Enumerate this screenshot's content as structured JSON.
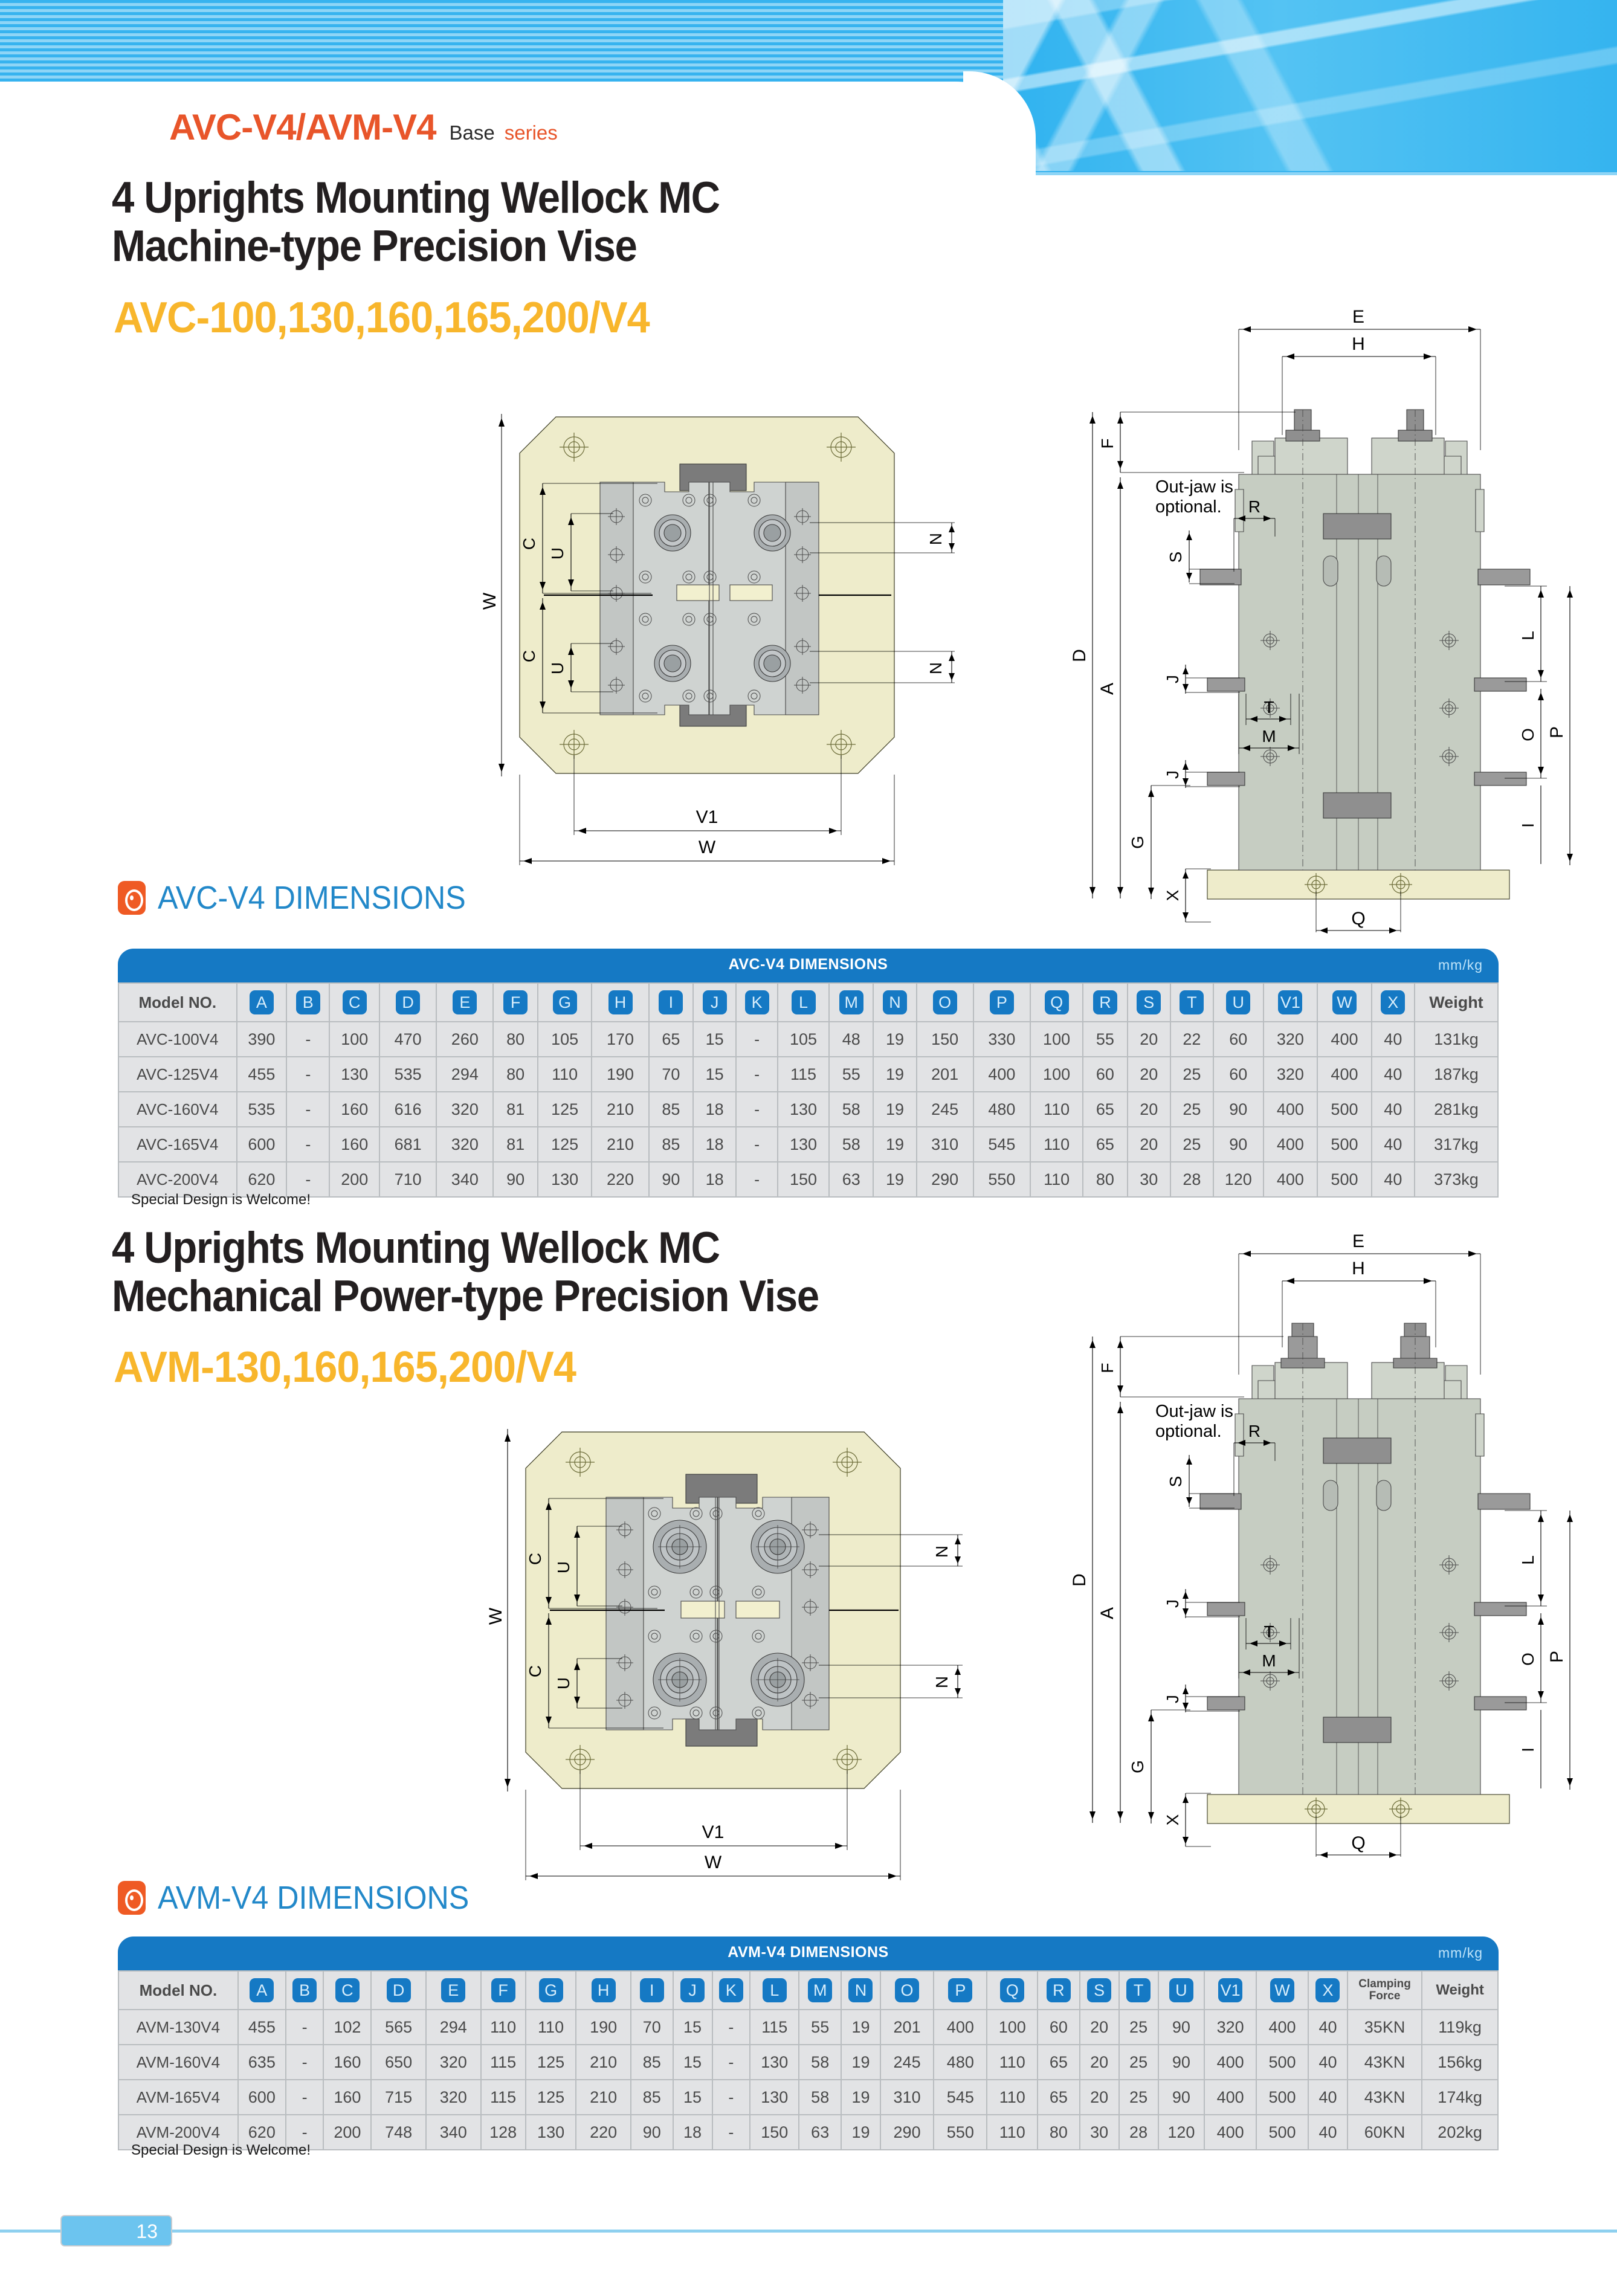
{
  "header": {
    "badge_main": "AVC-V4/AVM-V4",
    "badge_base": "Base",
    "badge_series": "series",
    "accent_orange": "#e8552a",
    "banner_blue": "#37b3ef"
  },
  "section1": {
    "title_line1": "4 Uprights Mounting Wellock MC",
    "title_line2": "Machine-type Precision Vise",
    "model_line": "AVC-100,130,160,165,200/V4",
    "dim_heading": "AVC-V4 DIMENSIONS",
    "note": "Special Design is Welcome!",
    "drawing_labels": {
      "top_view": [
        "W",
        "C",
        "U",
        "N",
        "V1",
        "W"
      ],
      "side_view": [
        "E",
        "H",
        "F",
        "D",
        "A",
        "R",
        "S",
        "J",
        "T",
        "M",
        "G",
        "X",
        "Q",
        "L",
        "O",
        "P",
        "I"
      ],
      "annotation": "Out-jaw is optional."
    }
  },
  "section2": {
    "title_line1": "4 Uprights Mounting Wellock MC",
    "title_line2": "Mechanical Power-type Precision Vise",
    "model_line": "AVM-130,160,165,200/V4",
    "dim_heading": "AVM-V4 DIMENSIONS",
    "note": "Special Design is Welcome!",
    "drawing_labels": {
      "top_view": [
        "W",
        "C",
        "U",
        "N",
        "V1",
        "W"
      ],
      "side_view": [
        "E",
        "H",
        "F",
        "D",
        "A",
        "R",
        "S",
        "J",
        "T",
        "M",
        "G",
        "X",
        "Q",
        "L",
        "O",
        "P",
        "I"
      ],
      "annotation": "Out-jaw is optional."
    }
  },
  "table_avc": {
    "banner_title": "AVC-V4 DIMENSIONS",
    "unit": "mm/kg",
    "columns": [
      "Model NO.",
      "A",
      "B",
      "C",
      "D",
      "E",
      "F",
      "G",
      "H",
      "I",
      "J",
      "K",
      "L",
      "M",
      "N",
      "O",
      "P",
      "Q",
      "R",
      "S",
      "T",
      "U",
      "V1",
      "W",
      "X",
      "Weight"
    ],
    "rows": [
      [
        "AVC-100V4",
        "390",
        "-",
        "100",
        "470",
        "260",
        "80",
        "105",
        "170",
        "65",
        "15",
        "-",
        "105",
        "48",
        "19",
        "150",
        "330",
        "100",
        "55",
        "20",
        "22",
        "60",
        "320",
        "400",
        "40",
        "131kg"
      ],
      [
        "AVC-125V4",
        "455",
        "-",
        "130",
        "535",
        "294",
        "80",
        "110",
        "190",
        "70",
        "15",
        "-",
        "115",
        "55",
        "19",
        "201",
        "400",
        "100",
        "60",
        "20",
        "25",
        "60",
        "320",
        "400",
        "40",
        "187kg"
      ],
      [
        "AVC-160V4",
        "535",
        "-",
        "160",
        "616",
        "320",
        "81",
        "125",
        "210",
        "85",
        "18",
        "-",
        "130",
        "58",
        "19",
        "245",
        "480",
        "110",
        "65",
        "20",
        "25",
        "90",
        "400",
        "500",
        "40",
        "281kg"
      ],
      [
        "AVC-165V4",
        "600",
        "-",
        "160",
        "681",
        "320",
        "81",
        "125",
        "210",
        "85",
        "18",
        "-",
        "130",
        "58",
        "19",
        "310",
        "545",
        "110",
        "65",
        "20",
        "25",
        "90",
        "400",
        "500",
        "40",
        "317kg"
      ],
      [
        "AVC-200V4",
        "620",
        "-",
        "200",
        "710",
        "340",
        "90",
        "130",
        "220",
        "90",
        "18",
        "-",
        "150",
        "63",
        "19",
        "290",
        "550",
        "110",
        "80",
        "30",
        "28",
        "120",
        "400",
        "500",
        "40",
        "373kg"
      ]
    ]
  },
  "table_avm": {
    "banner_title": "AVM-V4 DIMENSIONS",
    "unit": "mm/kg",
    "columns": [
      "Model NO.",
      "A",
      "B",
      "C",
      "D",
      "E",
      "F",
      "G",
      "H",
      "I",
      "J",
      "K",
      "L",
      "M",
      "N",
      "O",
      "P",
      "Q",
      "R",
      "S",
      "T",
      "U",
      "V1",
      "W",
      "X",
      "Clamping Force",
      "Weight"
    ],
    "clamping_header_line1": "Clamping",
    "clamping_header_line2": "Force",
    "rows": [
      [
        "AVM-130V4",
        "455",
        "-",
        "102",
        "565",
        "294",
        "110",
        "110",
        "190",
        "70",
        "15",
        "-",
        "115",
        "55",
        "19",
        "201",
        "400",
        "100",
        "60",
        "20",
        "25",
        "90",
        "320",
        "400",
        "40",
        "35KN",
        "119kg"
      ],
      [
        "AVM-160V4",
        "635",
        "-",
        "160",
        "650",
        "320",
        "115",
        "125",
        "210",
        "85",
        "15",
        "-",
        "130",
        "58",
        "19",
        "245",
        "480",
        "110",
        "65",
        "20",
        "25",
        "90",
        "400",
        "500",
        "40",
        "43KN",
        "156kg"
      ],
      [
        "AVM-165V4",
        "600",
        "-",
        "160",
        "715",
        "320",
        "115",
        "125",
        "210",
        "85",
        "15",
        "-",
        "130",
        "58",
        "19",
        "310",
        "545",
        "110",
        "65",
        "20",
        "25",
        "90",
        "400",
        "500",
        "40",
        "43KN",
        "174kg"
      ],
      [
        "AVM-200V4",
        "620",
        "-",
        "200",
        "748",
        "340",
        "128",
        "130",
        "220",
        "90",
        "18",
        "-",
        "150",
        "63",
        "19",
        "290",
        "550",
        "110",
        "80",
        "30",
        "28",
        "120",
        "400",
        "500",
        "40",
        "60KN",
        "202kg"
      ]
    ]
  },
  "footer": {
    "page_number": "13"
  },
  "colors": {
    "table_header_blue": "#1579c4",
    "heading_blue": "#2288c9",
    "model_yellow": "#f8b62c",
    "icon_orange": "#ef5a24",
    "drawing_body": "#c6cdc2",
    "drawing_base": "#eeeccb"
  }
}
